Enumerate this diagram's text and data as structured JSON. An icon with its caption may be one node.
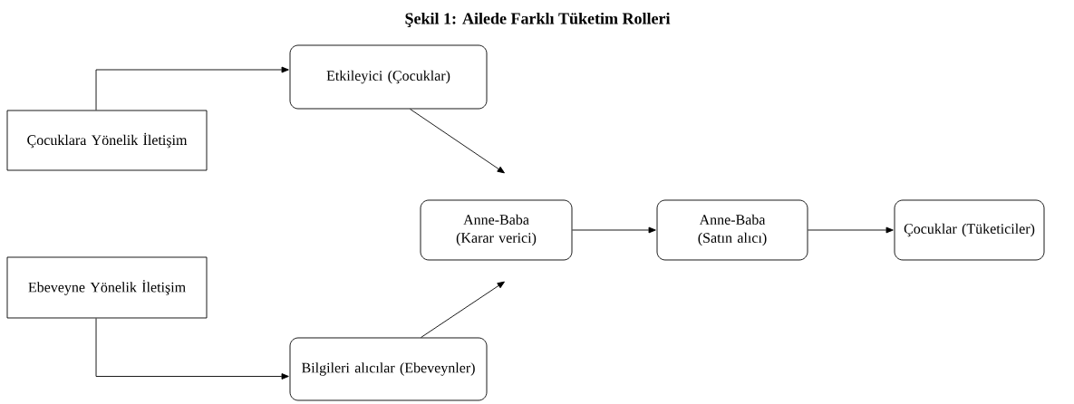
{
  "diagram": {
    "title": "Şekil 1: Ailede Farklı Tüketim Rolleri",
    "nodes": [
      {
        "text": [
          "Çocuklara Yönelik İletişim"
        ]
      },
      {
        "text": [
          "Etkileyici (Çocuklar)"
        ]
      },
      {
        "text": [
          "Ebeveyne Yönelik İletişim"
        ]
      },
      {
        "text": [
          "Bilgileri alıcılar (Ebeveynler)"
        ]
      },
      {
        "text": [
          "Anne-Baba (Karar verici)"
        ]
      },
      {
        "text": [
          "Anne-Baba (Satın alıcı)"
        ]
      },
      {
        "text": [
          "Çocuklar (Tüketiciler)"
        ]
      }
    ],
    "edges": [
      {
        "from": 0,
        "to": 1,
        "arrow": "to"
      },
      {
        "from": 2,
        "to": 3,
        "arrow": "to"
      },
      {
        "from": 1,
        "to": 4,
        "arrow": "to"
      },
      {
        "from": 3,
        "to": 4,
        "arrow": "to"
      },
      {
        "from": 4,
        "to": 5,
        "arrow": "to"
      },
      {
        "from": 5,
        "to": 6,
        "arrow": "to"
      }
    ]
  }
}
